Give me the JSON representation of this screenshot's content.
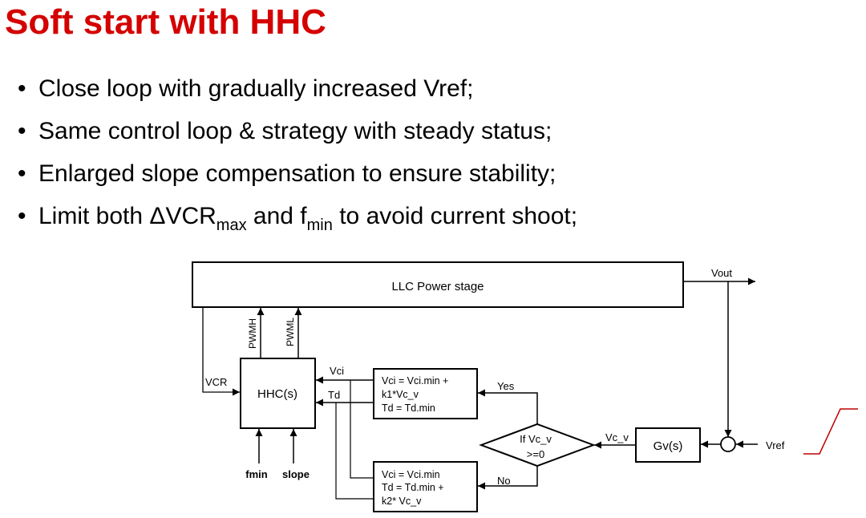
{
  "title": "Soft start with HHC",
  "bullets": [
    {
      "text": "Close loop with gradually increased Vref;"
    },
    {
      "text": "Same control loop & strategy with steady status;"
    },
    {
      "text": "Enlarged slope compensation to ensure stability;"
    },
    {
      "pre": "Limit both ΔVCR",
      "sub1": "max",
      "mid": " and f",
      "sub2": "min",
      "post": " to avoid current shoot;"
    }
  ],
  "bullet_symbol": "•",
  "diagram": {
    "power_stage": "LLC Power stage",
    "vout": "Vout",
    "pwmh": "PWMH",
    "pwml": "PWML",
    "vcr": "VCR",
    "hhc": "HHC(s)",
    "vci": "Vci",
    "td": "Td",
    "yes_box": [
      "Vci = Vci.min +",
      "k1*Vc_v",
      "Td = Td.min"
    ],
    "no_box": [
      "Vci = Vci.min",
      "Td = Td.min +",
      "k2* Vc_v"
    ],
    "decision": [
      "If Vc_v",
      ">=0"
    ],
    "yes": "Yes",
    "no": "No",
    "vc_v": "Vc_v",
    "gv": "Gv(s)",
    "vref": "Vref",
    "fmin": "fmin",
    "slope": "slope",
    "colors": {
      "title": "#d40000",
      "ramp": "#c00000"
    }
  }
}
